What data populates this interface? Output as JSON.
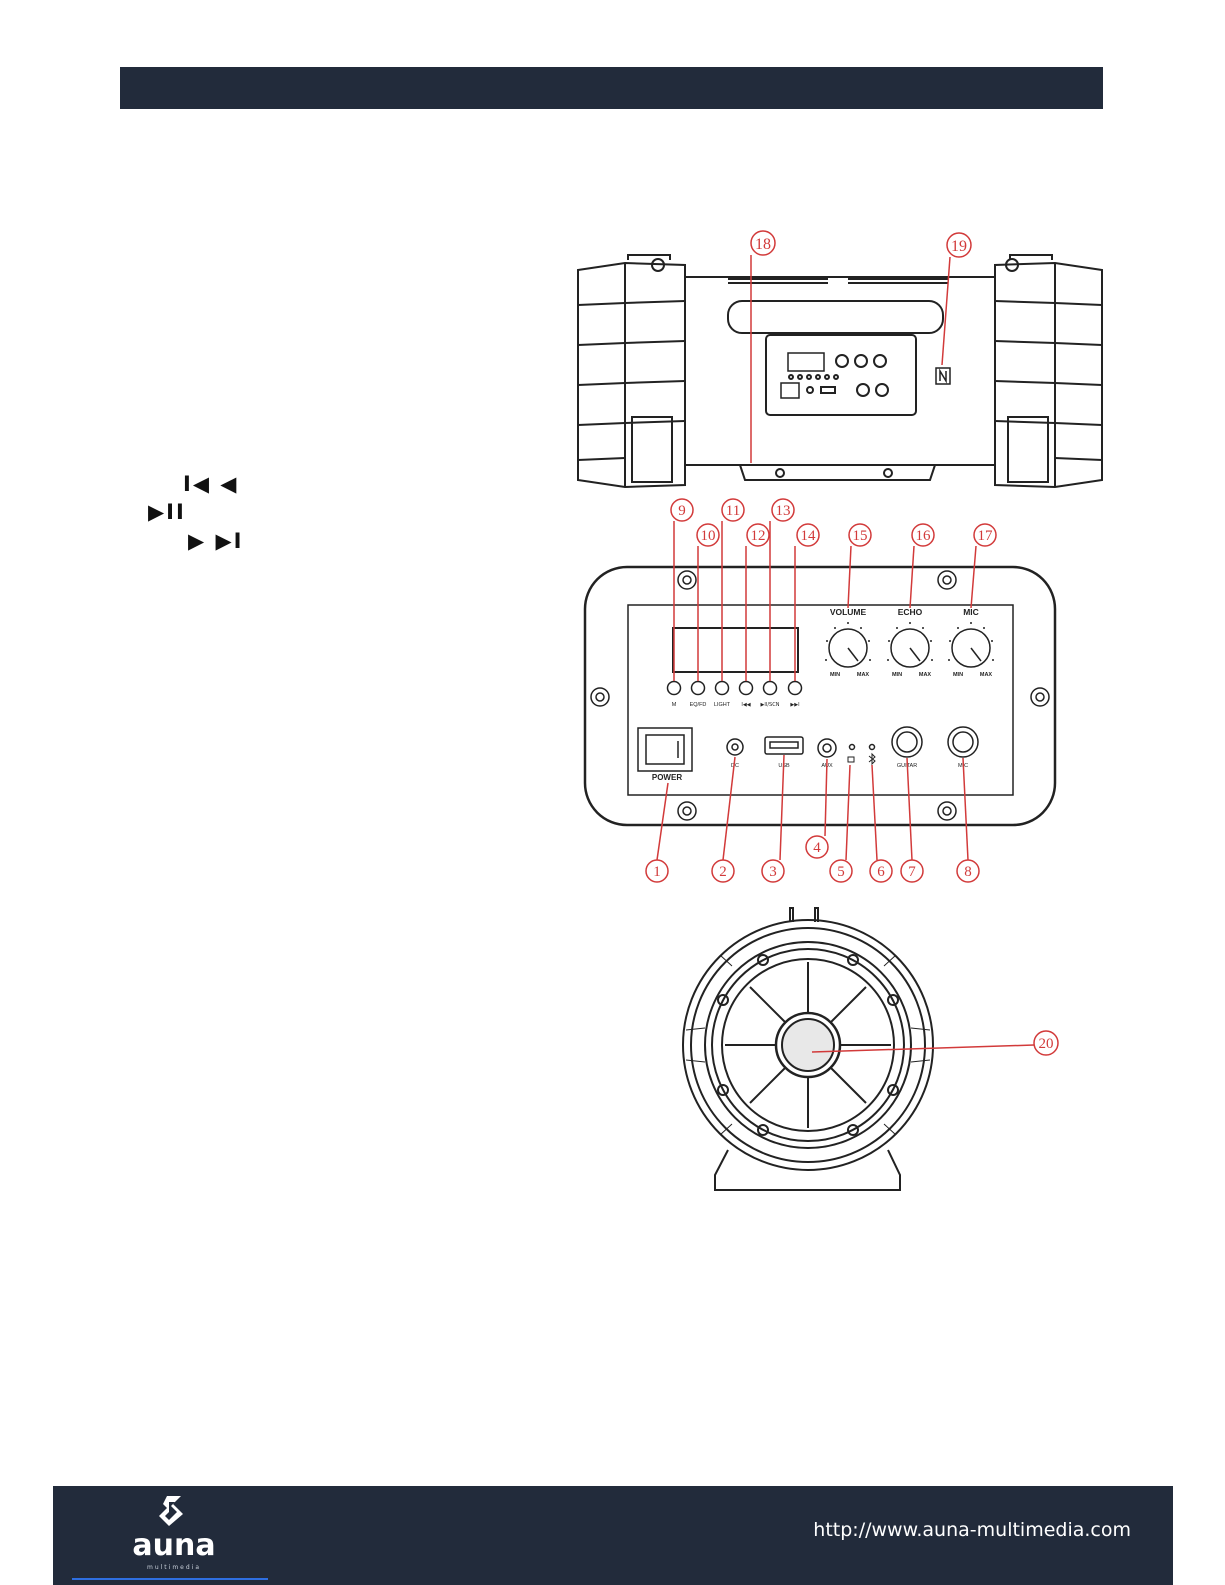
{
  "header": {
    "color": "#222b3b"
  },
  "side_glyphs": {
    "line1": "I◀ ◀",
    "line2": "▶II",
    "line3": "▶ ▶I"
  },
  "callouts": {
    "c1": "1",
    "c2": "2",
    "c3": "3",
    "c4": "4",
    "c5": "5",
    "c6": "6",
    "c7": "7",
    "c8": "8",
    "c9": "9",
    "c10": "10",
    "c11": "11",
    "c12": "12",
    "c13": "13",
    "c14": "14",
    "c15": "15",
    "c16": "16",
    "c17": "17",
    "c18": "18",
    "c19": "19",
    "c20": "20"
  },
  "panel_labels": {
    "volume": "VOLUME",
    "echo": "ECHO",
    "mic_knob": "MIC",
    "min": "MIN",
    "max": "MAX",
    "btn_m": "M",
    "btn_eq": "EQ/FD",
    "btn_light": "LIGHT",
    "btn_prev": "I◀◀",
    "btn_play": "▶II/SCN",
    "btn_next": "▶▶I",
    "power": "POWER",
    "dc": "DC",
    "usb": "USB",
    "aux": "AUX",
    "guitar": "GUITAR",
    "mic_jack": "MIC"
  },
  "footer": {
    "brand": "auna",
    "brand_sub": "multimedia",
    "url": "http://www.auna-multimedia.com",
    "color": "#222b3b",
    "callout_color": "#d23a3a"
  }
}
